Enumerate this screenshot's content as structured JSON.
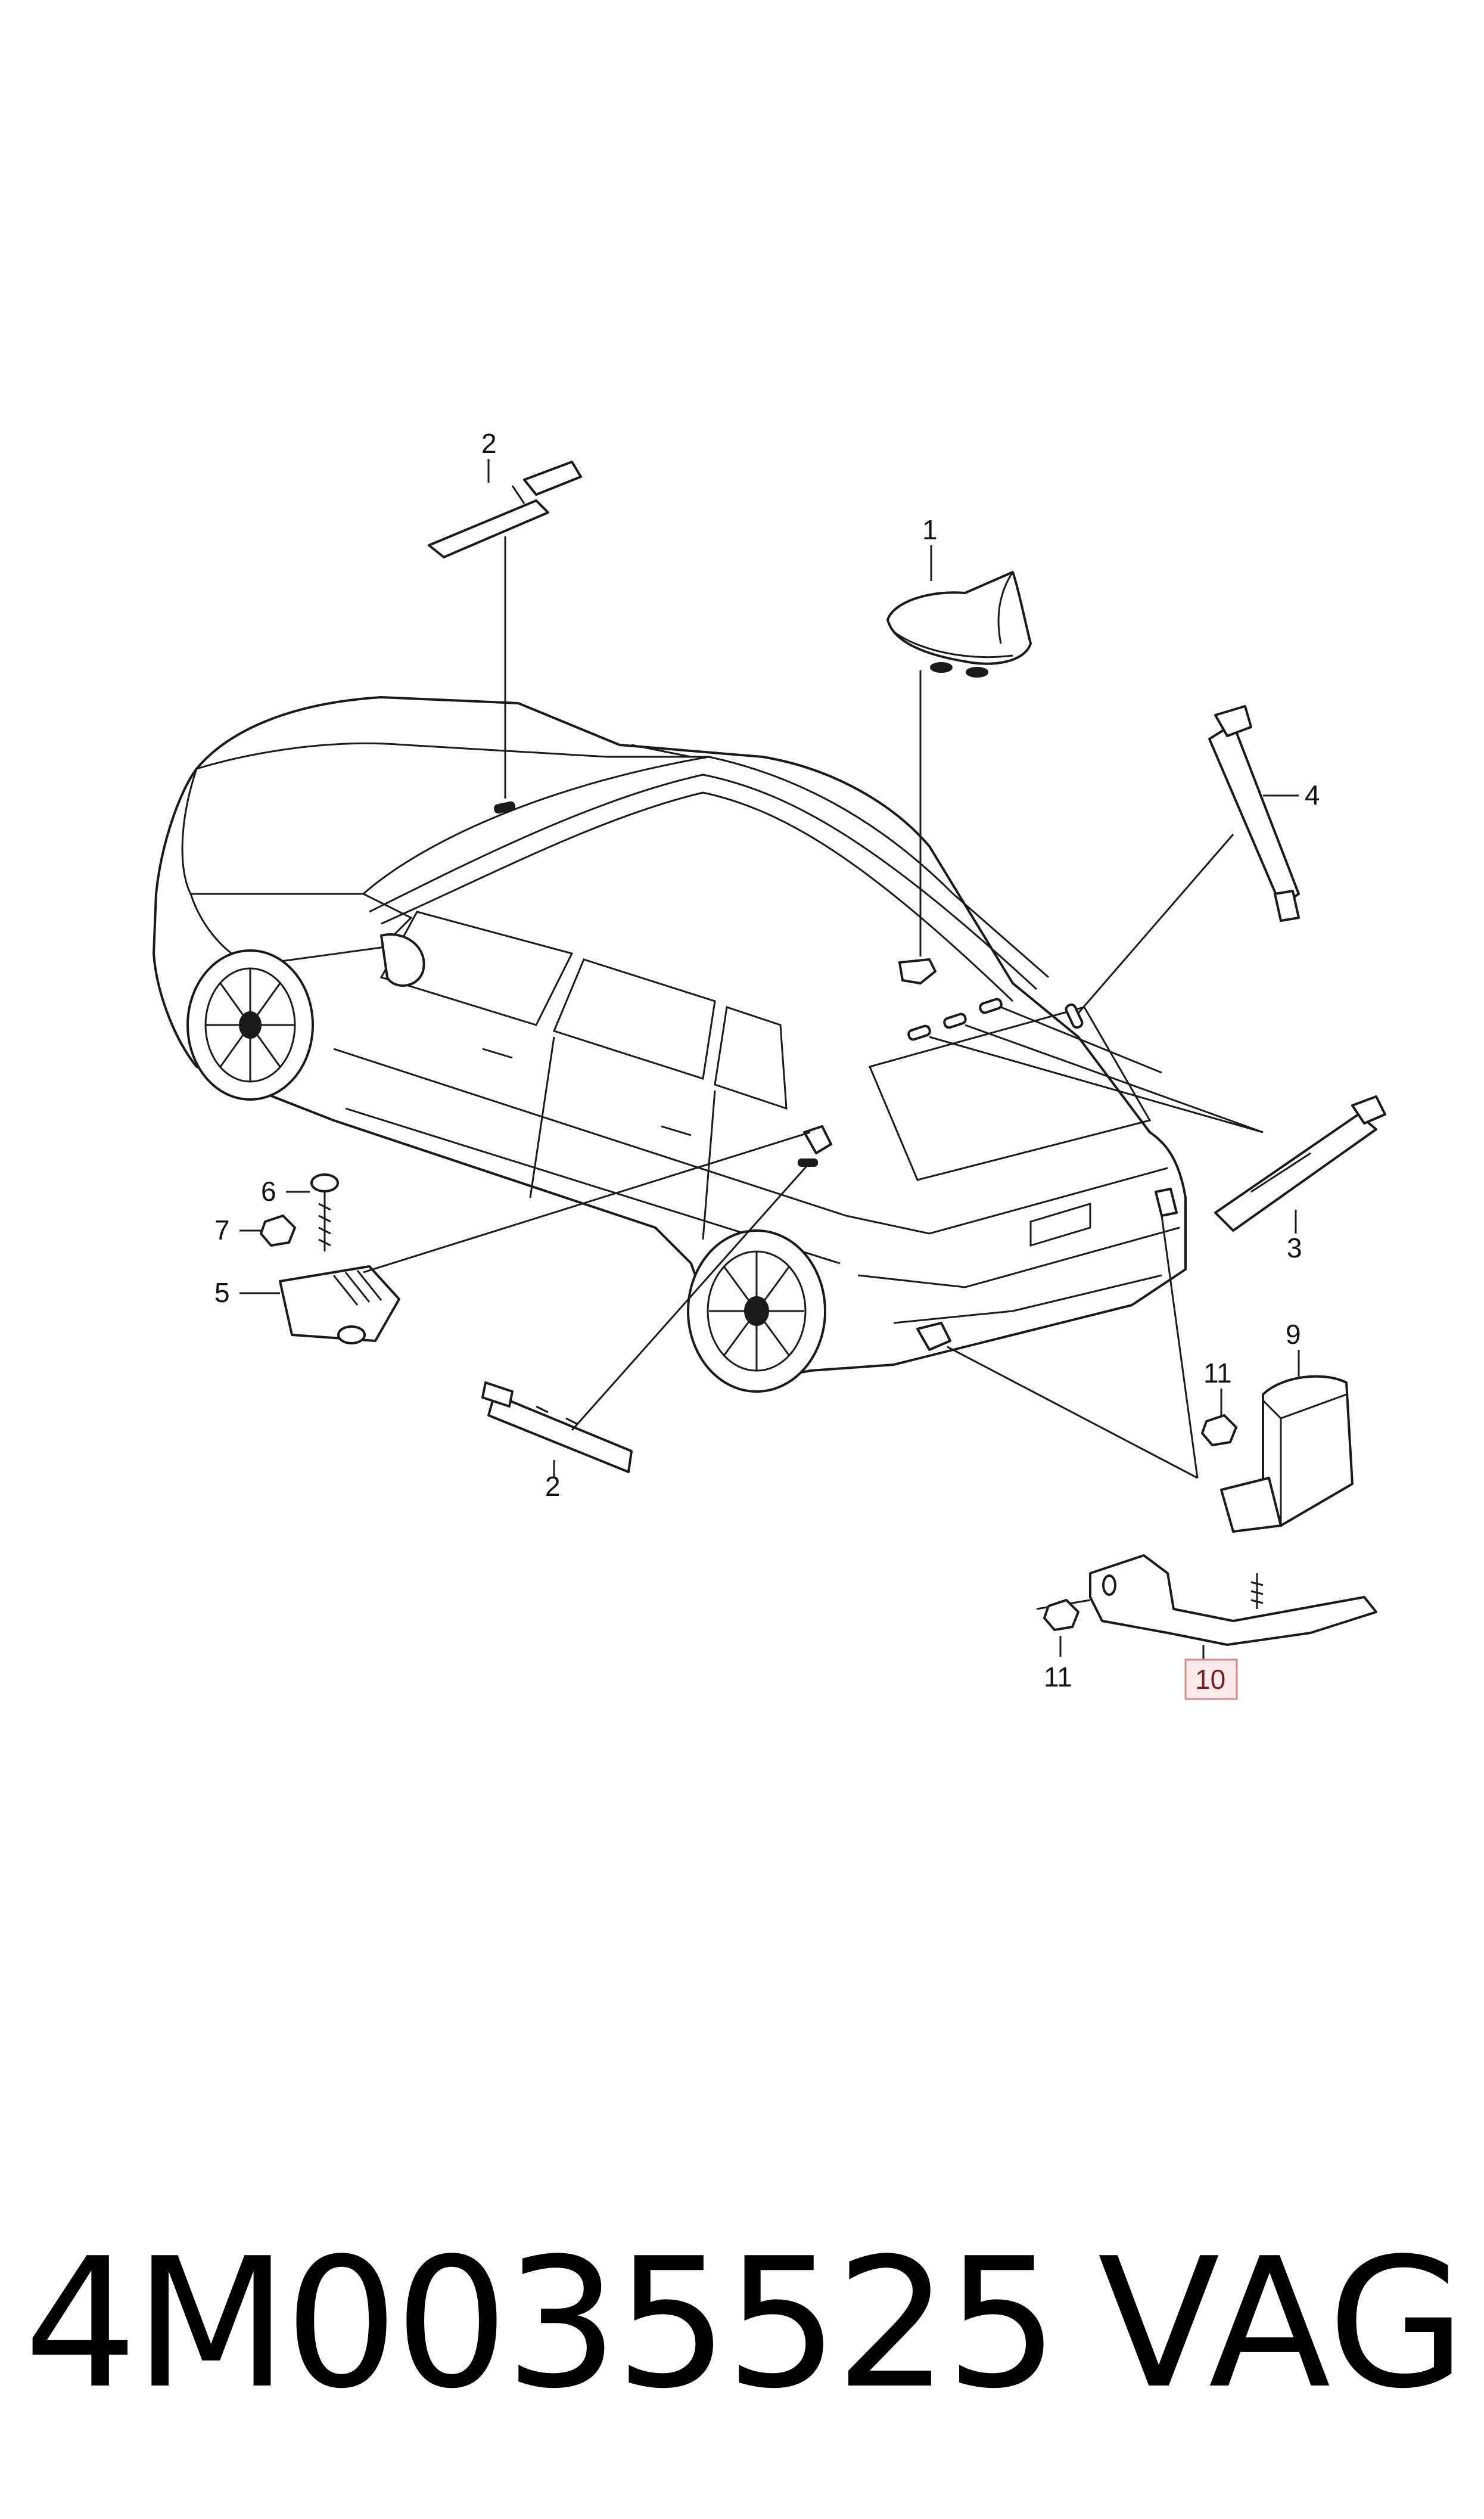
{
  "diagram": {
    "callouts": {
      "c1": "1",
      "c2_top": "2",
      "c2_bottom": "2",
      "c3": "3",
      "c4": "4",
      "c5": "5",
      "c6": "6",
      "c7": "7",
      "c9": "9",
      "c10": "10",
      "c11_top": "11",
      "c11_bottom": "11"
    },
    "colors": {
      "line": "#1a1a1a",
      "highlight_border": "#d98a8a",
      "highlight_fill": "#fbeaea"
    }
  },
  "footer": {
    "part_number": "4M0035525",
    "brand": "VAG"
  }
}
